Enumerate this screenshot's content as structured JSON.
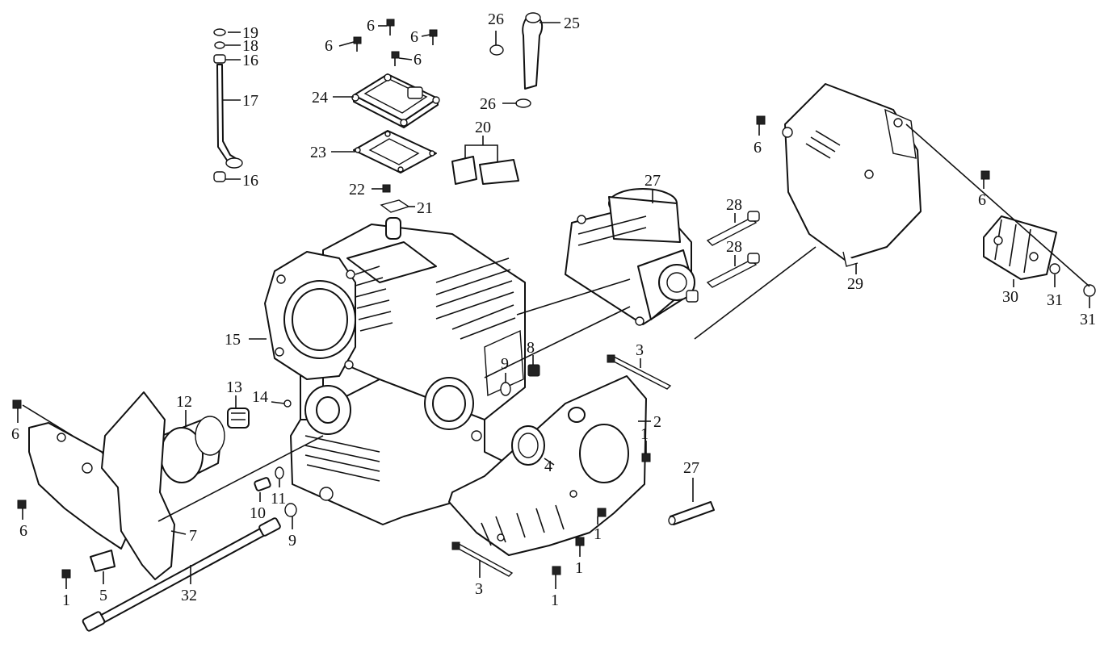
{
  "callouts": [
    {
      "key": "c19",
      "text": "19"
    },
    {
      "key": "c18",
      "text": "18"
    },
    {
      "key": "c16a",
      "text": "16"
    },
    {
      "key": "c17",
      "text": "17"
    },
    {
      "key": "c16b",
      "text": "16"
    },
    {
      "key": "c6a",
      "text": "6"
    },
    {
      "key": "c6b",
      "text": "6"
    },
    {
      "key": "c6c",
      "text": "6"
    },
    {
      "key": "c6d",
      "text": "6"
    },
    {
      "key": "c24",
      "text": "24"
    },
    {
      "key": "c23",
      "text": "23"
    },
    {
      "key": "c22",
      "text": "22"
    },
    {
      "key": "c21",
      "text": "21"
    },
    {
      "key": "c26a",
      "text": "26"
    },
    {
      "key": "c25",
      "text": "25"
    },
    {
      "key": "c26b",
      "text": "26"
    },
    {
      "key": "c20",
      "text": "20"
    },
    {
      "key": "c27a",
      "text": "27"
    },
    {
      "key": "c28a",
      "text": "28"
    },
    {
      "key": "c28b",
      "text": "28"
    },
    {
      "key": "c6e",
      "text": "6"
    },
    {
      "key": "c6f",
      "text": "6"
    },
    {
      "key": "c29",
      "text": "29"
    },
    {
      "key": "c30",
      "text": "30"
    },
    {
      "key": "c31a",
      "text": "31"
    },
    {
      "key": "c31b",
      "text": "31"
    },
    {
      "key": "c15",
      "text": "15"
    },
    {
      "key": "c3a",
      "text": "3"
    },
    {
      "key": "c9a",
      "text": "9"
    },
    {
      "key": "c8",
      "text": "8"
    },
    {
      "key": "c2",
      "text": "2"
    },
    {
      "key": "c1a",
      "text": "1"
    },
    {
      "key": "c4",
      "text": "4"
    },
    {
      "key": "c27b",
      "text": "27"
    },
    {
      "key": "c13",
      "text": "13"
    },
    {
      "key": "c14",
      "text": "14"
    },
    {
      "key": "c12",
      "text": "12"
    },
    {
      "key": "c6g",
      "text": "6"
    },
    {
      "key": "c6h",
      "text": "6"
    },
    {
      "key": "c7",
      "text": "7"
    },
    {
      "key": "c10",
      "text": "10"
    },
    {
      "key": "c11",
      "text": "11"
    },
    {
      "key": "c9b",
      "text": "9"
    },
    {
      "key": "c1b",
      "text": "1"
    },
    {
      "key": "c1c",
      "text": "1"
    },
    {
      "key": "c1d",
      "text": "1"
    },
    {
      "key": "c1e",
      "text": "1"
    },
    {
      "key": "c5",
      "text": "5"
    },
    {
      "key": "c32",
      "text": "32"
    },
    {
      "key": "c3b",
      "text": "3"
    }
  ]
}
